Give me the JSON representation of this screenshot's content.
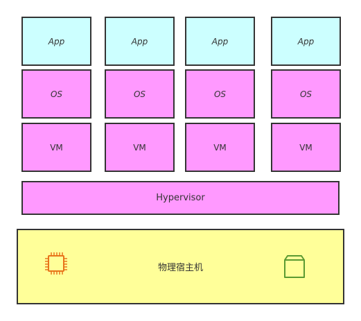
{
  "columns": [
    {
      "app": "App",
      "os": "OS",
      "vm": "VM"
    },
    {
      "app": "App",
      "os": "OS",
      "vm": "VM"
    },
    {
      "app": "App",
      "os": "OS",
      "vm": "VM"
    },
    {
      "app": "App",
      "os": "OS",
      "vm": "VM"
    }
  ],
  "hypervisor": {
    "label": "Hypervisor"
  },
  "host": {
    "label": "物理宿主机",
    "icons": [
      "cpu-chip-icon",
      "storage-box-icon"
    ]
  },
  "colors": {
    "app": "#ccffff",
    "os_vm": "#ff99ff",
    "hypervisor": "#ff99ff",
    "host": "#ffff99",
    "cpu_icon": "#e8741a",
    "box_icon": "#5a9a32",
    "border": "#333333"
  }
}
